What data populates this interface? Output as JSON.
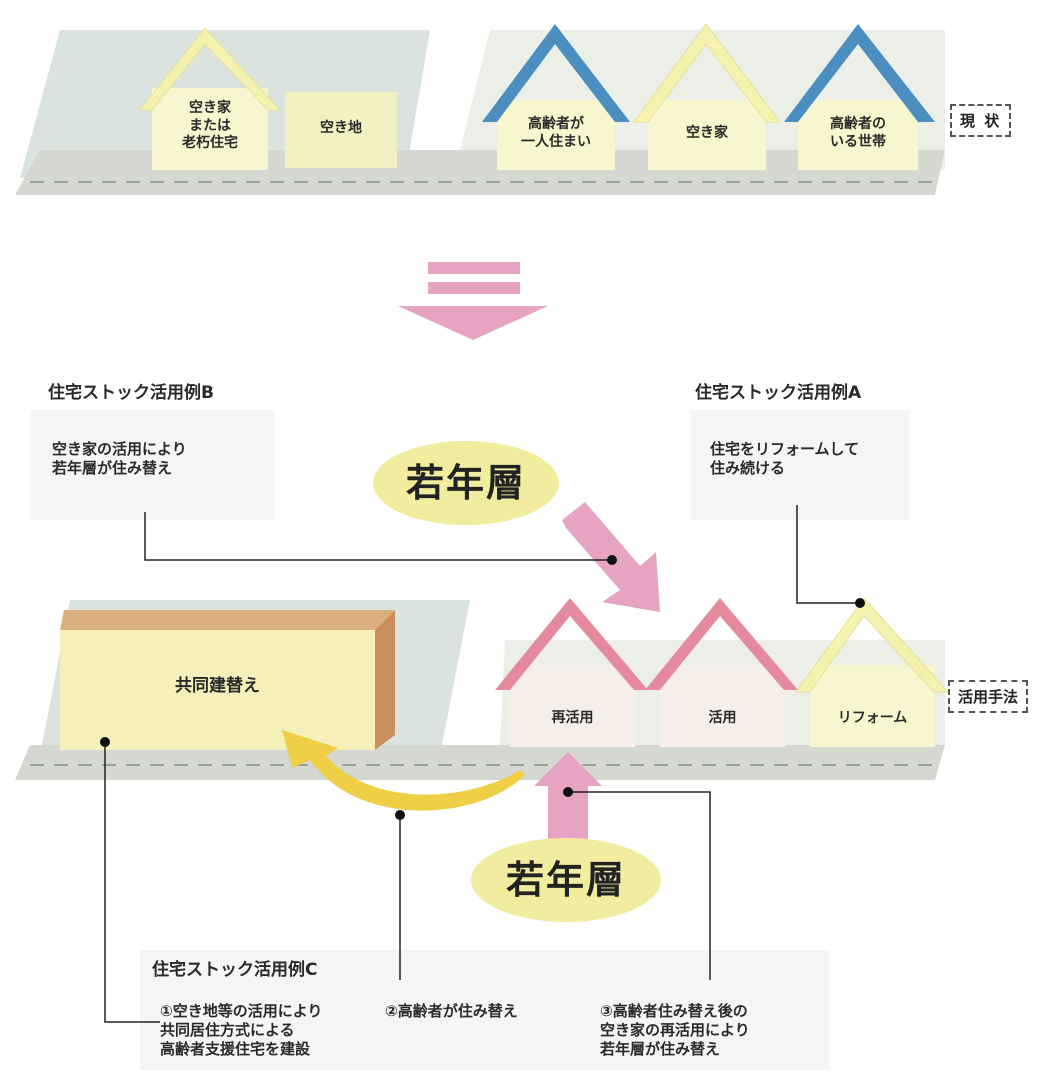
{
  "current": {
    "tag": "現 状",
    "lot1": "空き家\nまたは\n老朽住宅",
    "lot2": "空き地",
    "house_elderly_alone": "高齢者が\n一人住まい",
    "house_vacant": "空き家",
    "house_elderly_household": "高齢者の\nいる世帯"
  },
  "method": {
    "tag": "活用手法",
    "block": "共同建替え",
    "house_reuse": "再活用",
    "house_use": "活用",
    "house_reform": "リフォーム"
  },
  "young": {
    "top": "若年層",
    "bottom": "若年層"
  },
  "example_b": {
    "title": "住宅ストック活用例B",
    "text": "空き家の活用により\n若年層が住み替え"
  },
  "example_a": {
    "title": "住宅ストック活用例A",
    "text": "住宅をリフォームして\n住み続ける"
  },
  "example_c": {
    "title": "住宅ストック活用例C",
    "item1": "①空き地等の活用により\n共同居住方式による\n高齢者支援住宅を建設",
    "item2": "②高齢者が住み替え",
    "item3": "③高齢者住み替え後の\n空き家の再活用により\n若年層が住み替え"
  },
  "colors": {
    "road": "#d4d8d1",
    "road_mark": "#9aa39a",
    "cream_roof": "#f5f2b0",
    "cream_wall": "#f8f6cf",
    "blue_roof": "#4a8fbf",
    "pink_roof": "#e58a9c",
    "pink_wall": "#f6eee9",
    "pink_arrow": "#e6a4c2",
    "yellow_arrow": "#eecf45",
    "ellipse": "#f1ec9e",
    "block_front": "#f5efb9",
    "block_top": "#d9b07d",
    "block_side": "#c98f5d"
  }
}
